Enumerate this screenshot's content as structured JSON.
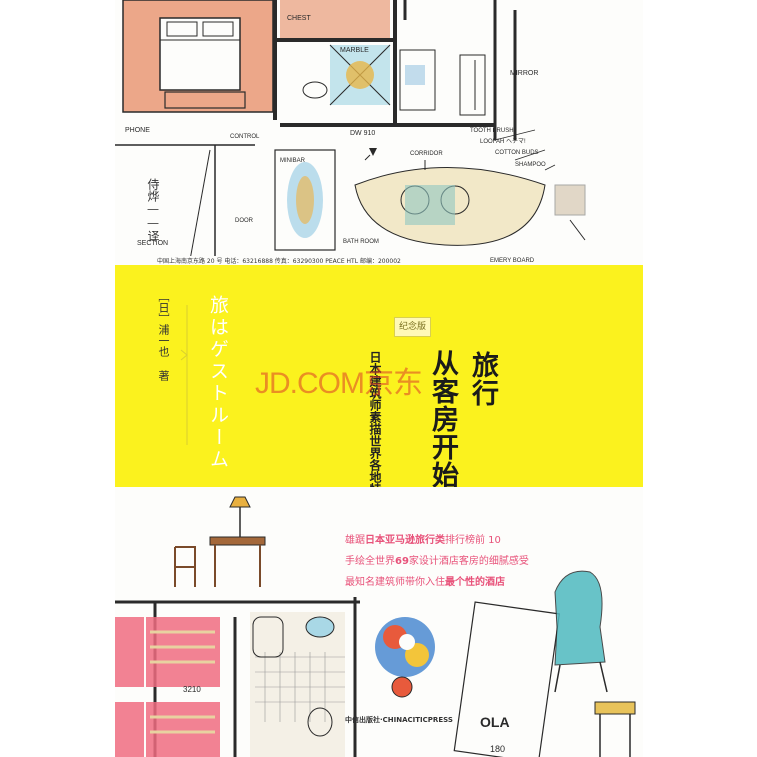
{
  "book": {
    "edition_badge": "纪念版",
    "title_line1": "旅行",
    "title_line2": "从客房开始",
    "subtitle": "日本建筑师素描世界各地特色客房",
    "japanese_title": "旅はゲストルーム",
    "author": "［日］浦一也 著",
    "translator": "侍烨——译",
    "publisher": "中信出版社·CHINACITICPRESS"
  },
  "watermark": "JD.COM京东",
  "address_line": "中国上海南京东路 20 号 电话：63216888 传真：63290300 PEACE HTL 邮编：200002",
  "blurb": {
    "line1_a": "雄踞",
    "line1_b": "日本亚马逊旅行类",
    "line1_c": "排行榜前 10",
    "line2_a": "手绘全世界",
    "line2_b": "69",
    "line2_c": "家设计酒店客房的细腻感受",
    "line3_a": "最知名建筑师带你入住",
    "line3_b": "最个性的酒店"
  },
  "sketch_labels": {
    "chest": "CHEST",
    "marble": "MARBLE",
    "mirror": "MIRROR",
    "phone": "PHONE",
    "control": "CONTROL",
    "dw": "DW 910",
    "toothbrush": "TOOTH BRUSH",
    "loofah": "LOOFAH ヘチマ!",
    "cotton": "COTTON BUDS",
    "shampoo": "SHAMPOO",
    "corridor": "CORRIDOR",
    "minibar": "MINIBAR",
    "door": "DOOR",
    "section": "SECTION",
    "bath": "BATH ROOM",
    "emery": "EMERY BOARD",
    "num1": "3210",
    "num2": "180"
  },
  "colors": {
    "band": "#fbf21e",
    "blurb": "#e8527a",
    "ink": "#2a2a2a",
    "carpet": "#e58a63",
    "pink": "#f06c80",
    "teal": "#4fb9c0"
  }
}
